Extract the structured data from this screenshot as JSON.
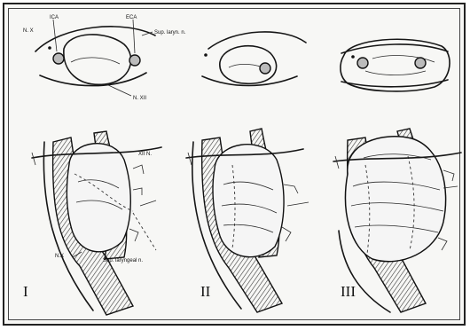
{
  "figure": {
    "labels": {
      "nx": "N. X",
      "ica": "ICA",
      "eca": "ECA",
      "sup_laryn": "Sup. laryn. n.",
      "n_xii_top": "N. XII",
      "xii_n": "XII N.",
      "sup_laryngeal": "Sup. laryngeal n.",
      "nx_bottom": "N.X"
    },
    "stages": [
      "I",
      "II",
      "III"
    ]
  },
  "colors": {
    "ink": "#161616",
    "paper": "#f7f7f5",
    "shade": "#5a5a5a"
  }
}
